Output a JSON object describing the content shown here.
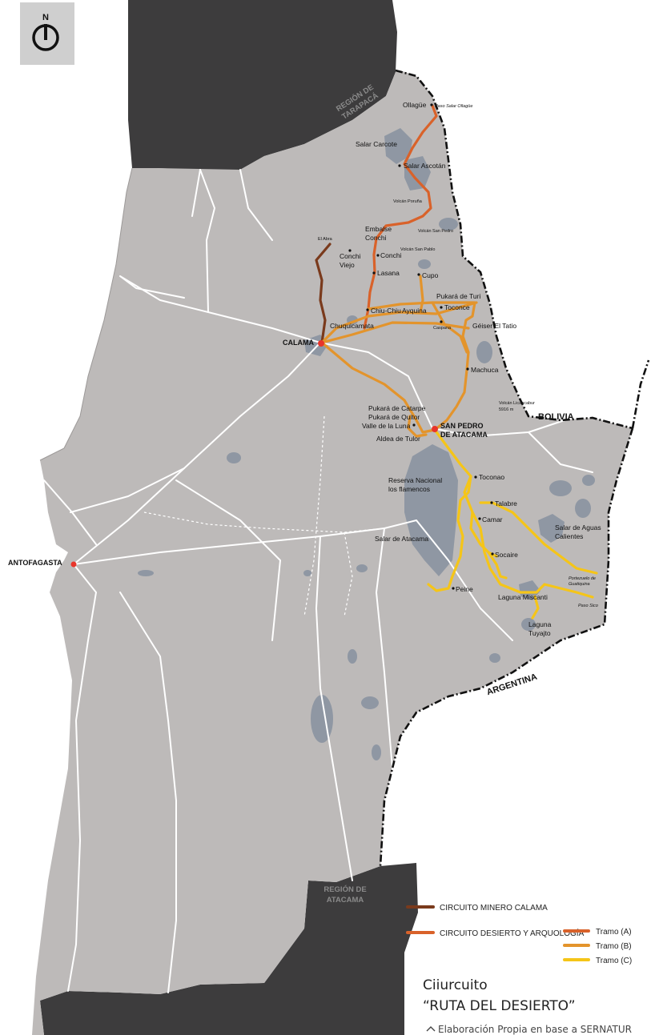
{
  "compass": {
    "label": "N"
  },
  "regions": {
    "tarapaca": [
      "REGIÓN DE",
      "TARAPACÁ"
    ],
    "atacama": [
      "REGIÓN DE",
      "ATACAMA"
    ]
  },
  "countries": {
    "bolivia": "BOLIVIA",
    "argentina": "ARGENTINA"
  },
  "cities": {
    "calama": "CALAMA",
    "san_pedro_1": "SAN PEDRO",
    "san_pedro_2": "DE ATACAMA",
    "antofagasta": "ANTOFAGASTA"
  },
  "places": {
    "ollague": "Ollagüe",
    "paso_salar_ollague": "Paso Salar Ollagüe",
    "salar_carcote": "Salar Carcote",
    "salar_ascotan": "Salar Ascotán",
    "volcan_poruna": "Volcán Poruña",
    "embalse": "Embalse",
    "conchi_1": "Conchi",
    "volcan_san_pedro": "Volcán San Pedro",
    "el_abra": "El Abra",
    "conchi_viejo_1": "Conchi",
    "conchi_viejo_2": "Viejo",
    "conchi": "Conchi",
    "volcan_san_pablo": "Volcán San Pablo",
    "lasana": "Lasana",
    "cupo": "Cupo",
    "pukara_turi": "Pukará de Turi",
    "chiu_chiu": "Chiu-Chiu",
    "ayquina": "Ayquina",
    "toconce": "Toconce",
    "chuquicamata": "Chuquicamata",
    "caspana": "Caspana",
    "geiser": "Géiser El Tatio",
    "machuca": "Machuca",
    "volcan_licancabur_1": "Volcán Licancabur",
    "volcan_licancabur_2": "5916 m",
    "pukara_catarpe": "Pukará de Catarpe",
    "pukara_quitor": "Pukará de Quitor",
    "valle_luna": "Valle de la Luna",
    "aldea_tulor": "Aldea de Tulor",
    "toconao": "Toconao",
    "reserva_1": "Reserva Nacional",
    "reserva_2": "los flamencos",
    "talabre": "Talabre",
    "camar": "Camar",
    "salar_aguas_1": "Salar de Aguas",
    "salar_aguas_2": "Calientes",
    "salar_atacama": "Salar de Atacama",
    "socaire": "Socaire",
    "portezuelo_1": "Portezuelo de",
    "portezuelo_2": "Guatiquina",
    "paso_sico": "Paso Sico",
    "peine": "Peine",
    "laguna_miscanti": "Laguna Miscanti",
    "laguna_tuyajto_1": "Laguna",
    "laguna_tuyajto_2": "Tuyajto"
  },
  "legend": {
    "minero": "CIRCUITO MINERO CALAMA",
    "desierto": "CIRCUITO DESIERTO Y ARQUOLOGÍA",
    "tramo_a": "Tramo (A)",
    "tramo_b": "Tramo (B)",
    "tramo_c": "Tramo (C)"
  },
  "title": {
    "line1": "Ciiurcuito",
    "line2": "“RUTA DEL DESIERTO”"
  },
  "source": "Elaboración Propia en base a SERNATUR",
  "colors": {
    "land": "#bdbab9",
    "neighbor": "#3d3c3d",
    "water": "#8f97a3",
    "road": "#ffffff",
    "route_minero": "#7a3a1c",
    "route_a": "#d9622a",
    "route_b": "#e3942c",
    "route_c": "#f5c518",
    "city_dot": "#e8352b"
  }
}
